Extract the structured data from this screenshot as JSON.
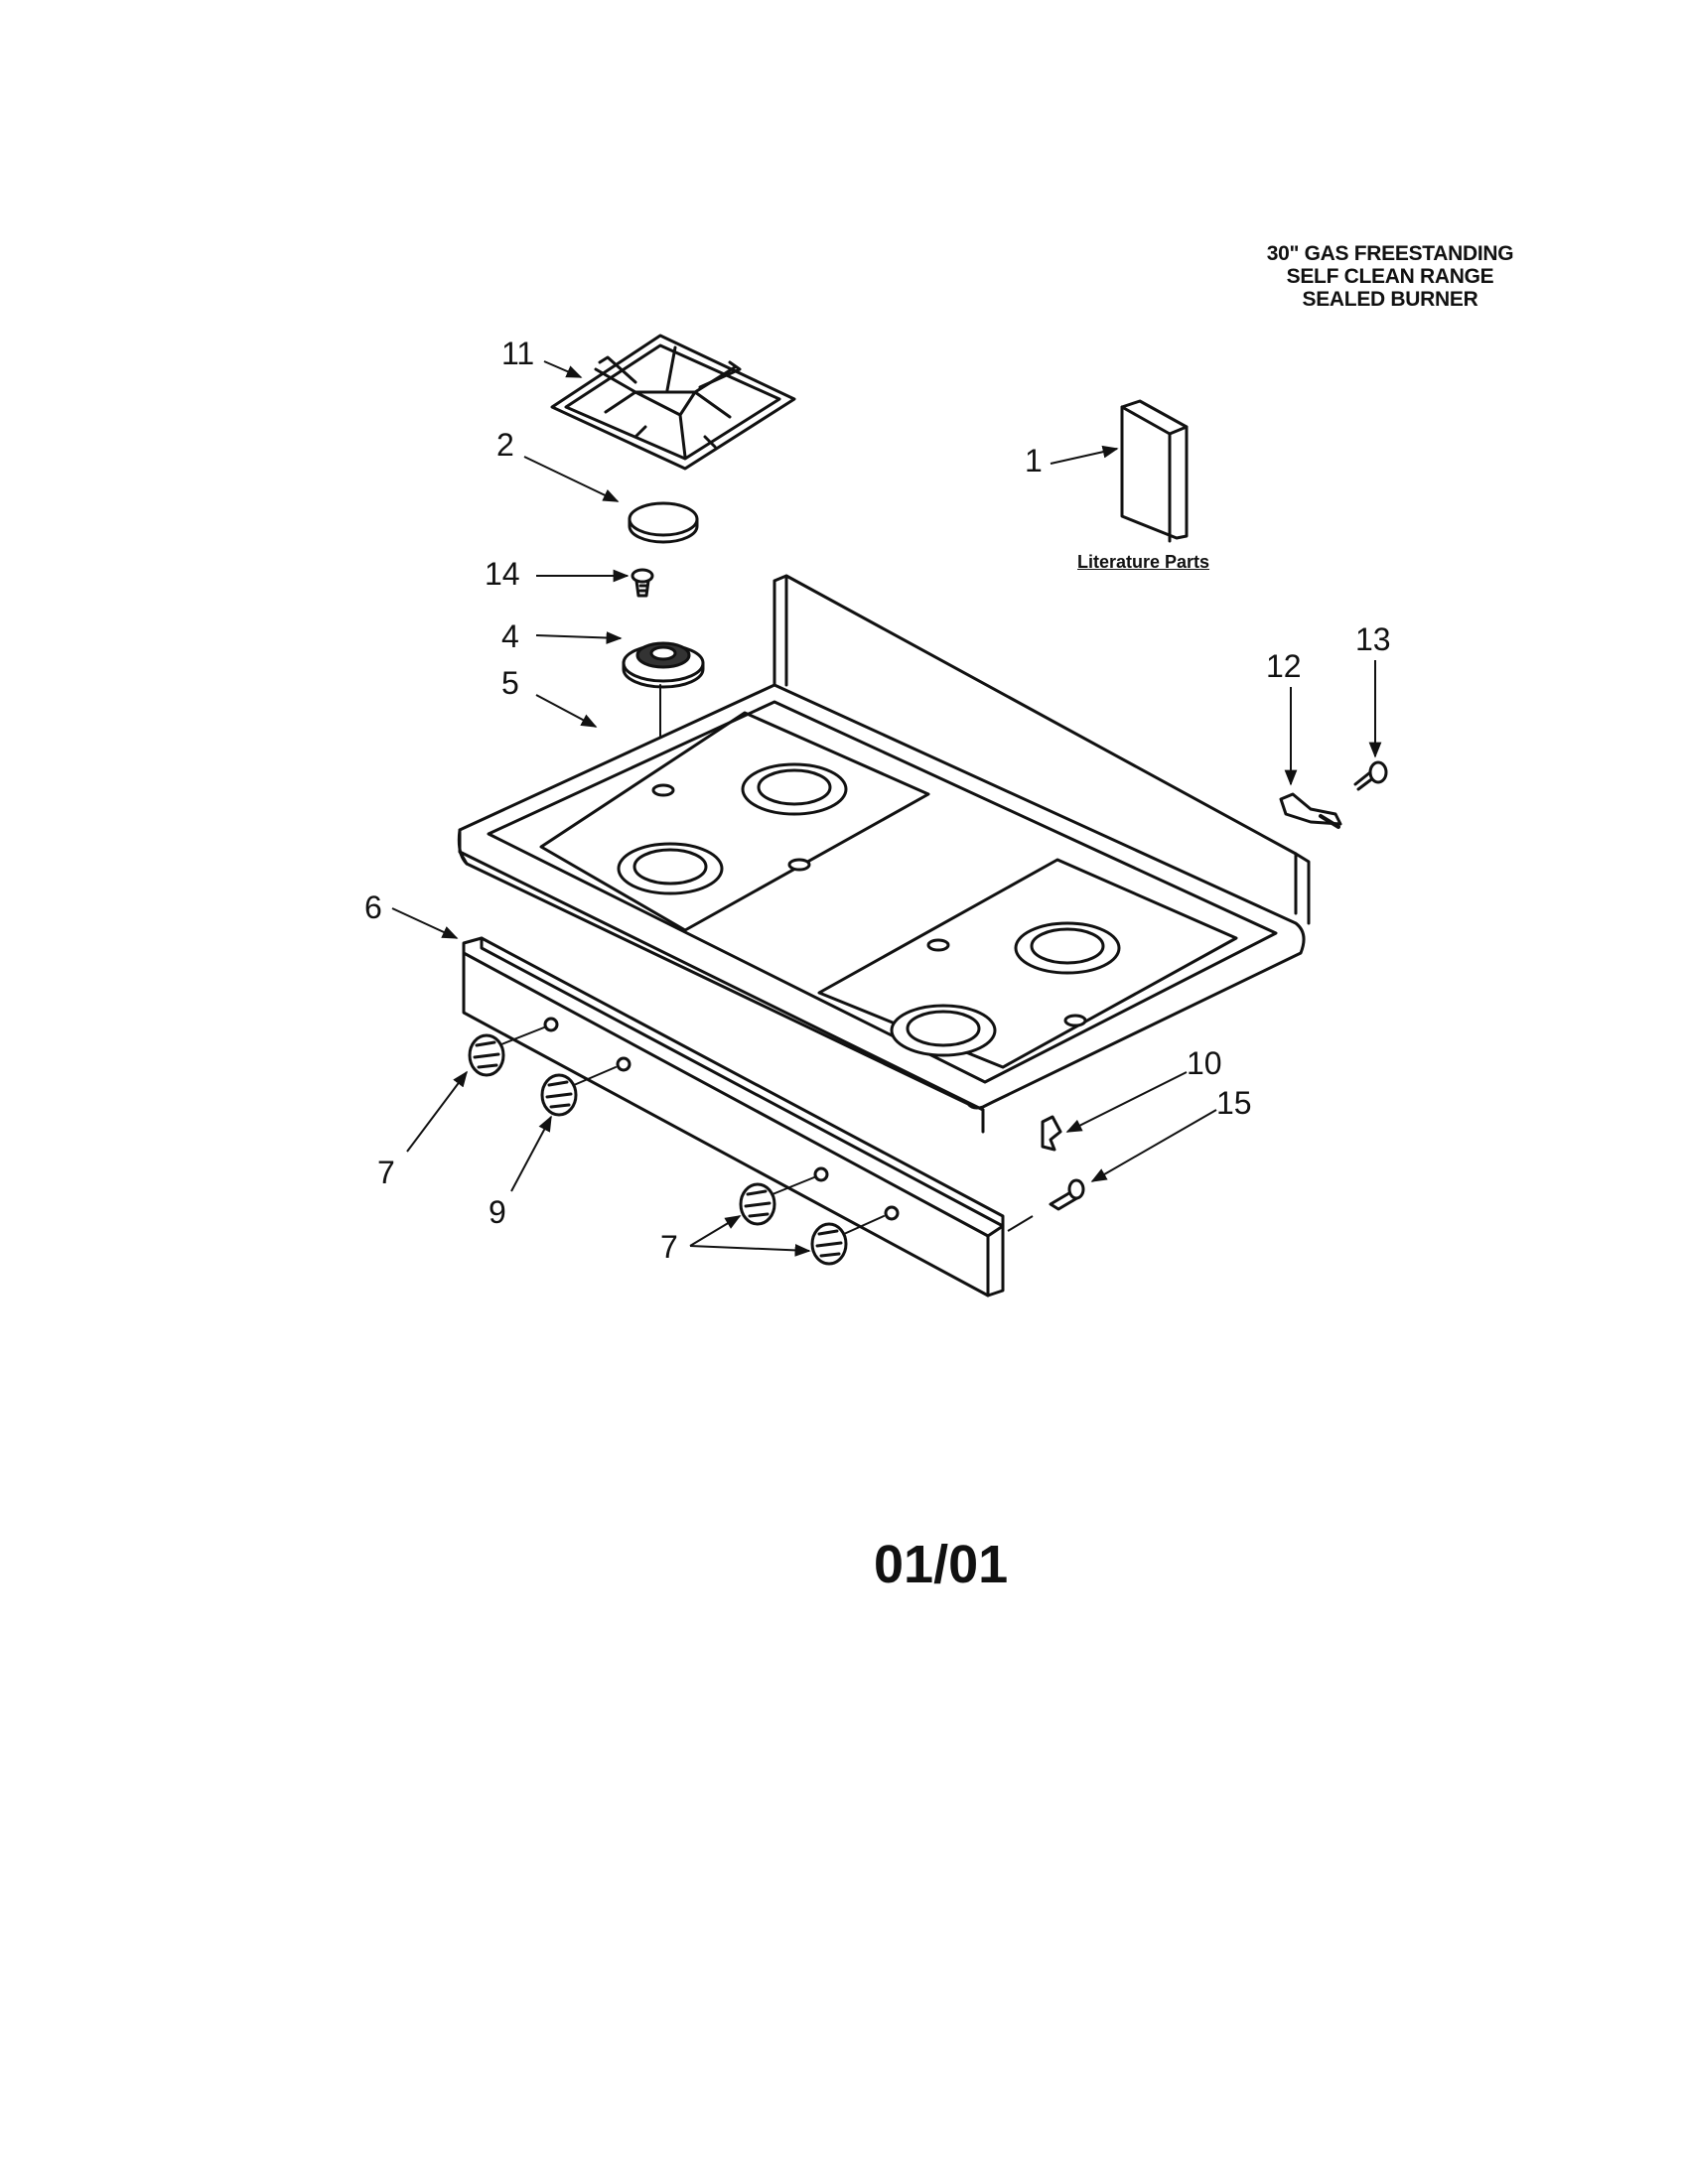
{
  "title": {
    "line1": "30\" GAS FREESTANDING",
    "line2": "SELF CLEAN RANGE",
    "line3": "SEALED BURNER"
  },
  "literature_label": "Literature Parts",
  "page_number": "01/01",
  "callouts": {
    "c1": "1",
    "c2": "2",
    "c4": "4",
    "c5": "5",
    "c6": "6",
    "c7a": "7",
    "c7b": "7",
    "c9": "9",
    "c10": "10",
    "c11": "11",
    "c12": "12",
    "c13": "13",
    "c14": "14",
    "c15": "15"
  }
}
